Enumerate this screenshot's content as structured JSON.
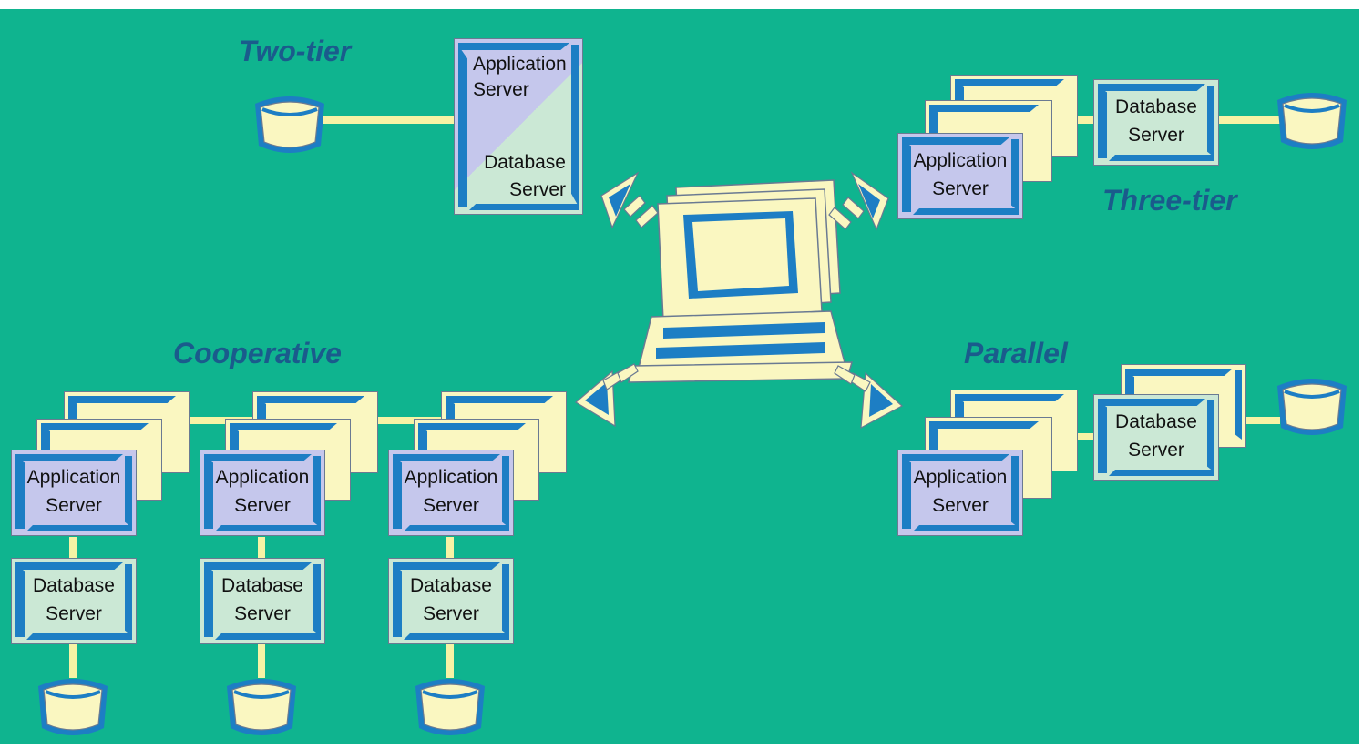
{
  "headings": {
    "two_tier": "Two-tier",
    "three_tier": "Three-tier",
    "cooperative": "Cooperative",
    "parallel": "Parallel"
  },
  "two_tier": {
    "app_line1": "Application",
    "app_line2": "Server",
    "db_line1": "Database",
    "db_line2": "Server"
  },
  "three_tier": {
    "app_line1": "Application",
    "app_line2": "Server",
    "db_line1": "Database",
    "db_line2": "Server"
  },
  "parallel": {
    "app_line1": "Application",
    "app_line2": "Server",
    "db_line1": "Database",
    "db_line2": "Server"
  },
  "cooperative": {
    "columns": [
      {
        "app_line1": "Application",
        "app_line2": "Server",
        "db_line1": "Database",
        "db_line2": "Server"
      },
      {
        "app_line1": "Application",
        "app_line2": "Server",
        "db_line1": "Database",
        "db_line2": "Server"
      },
      {
        "app_line1": "Application",
        "app_line2": "Server",
        "db_line1": "Database",
        "db_line2": "Server"
      }
    ]
  },
  "colors": {
    "background": "#0fb48f",
    "heading": "#1a5b8c",
    "connector": "#f6f3a5",
    "card_yellow": "#faf7c1",
    "card_app": "#c5c7ec",
    "card_db": "#cbe8d5",
    "accent_blue": "#1d7ec4"
  },
  "icons": [
    "database-cylinder-icon",
    "client-computer-icon",
    "signal-arrow-icon"
  ]
}
